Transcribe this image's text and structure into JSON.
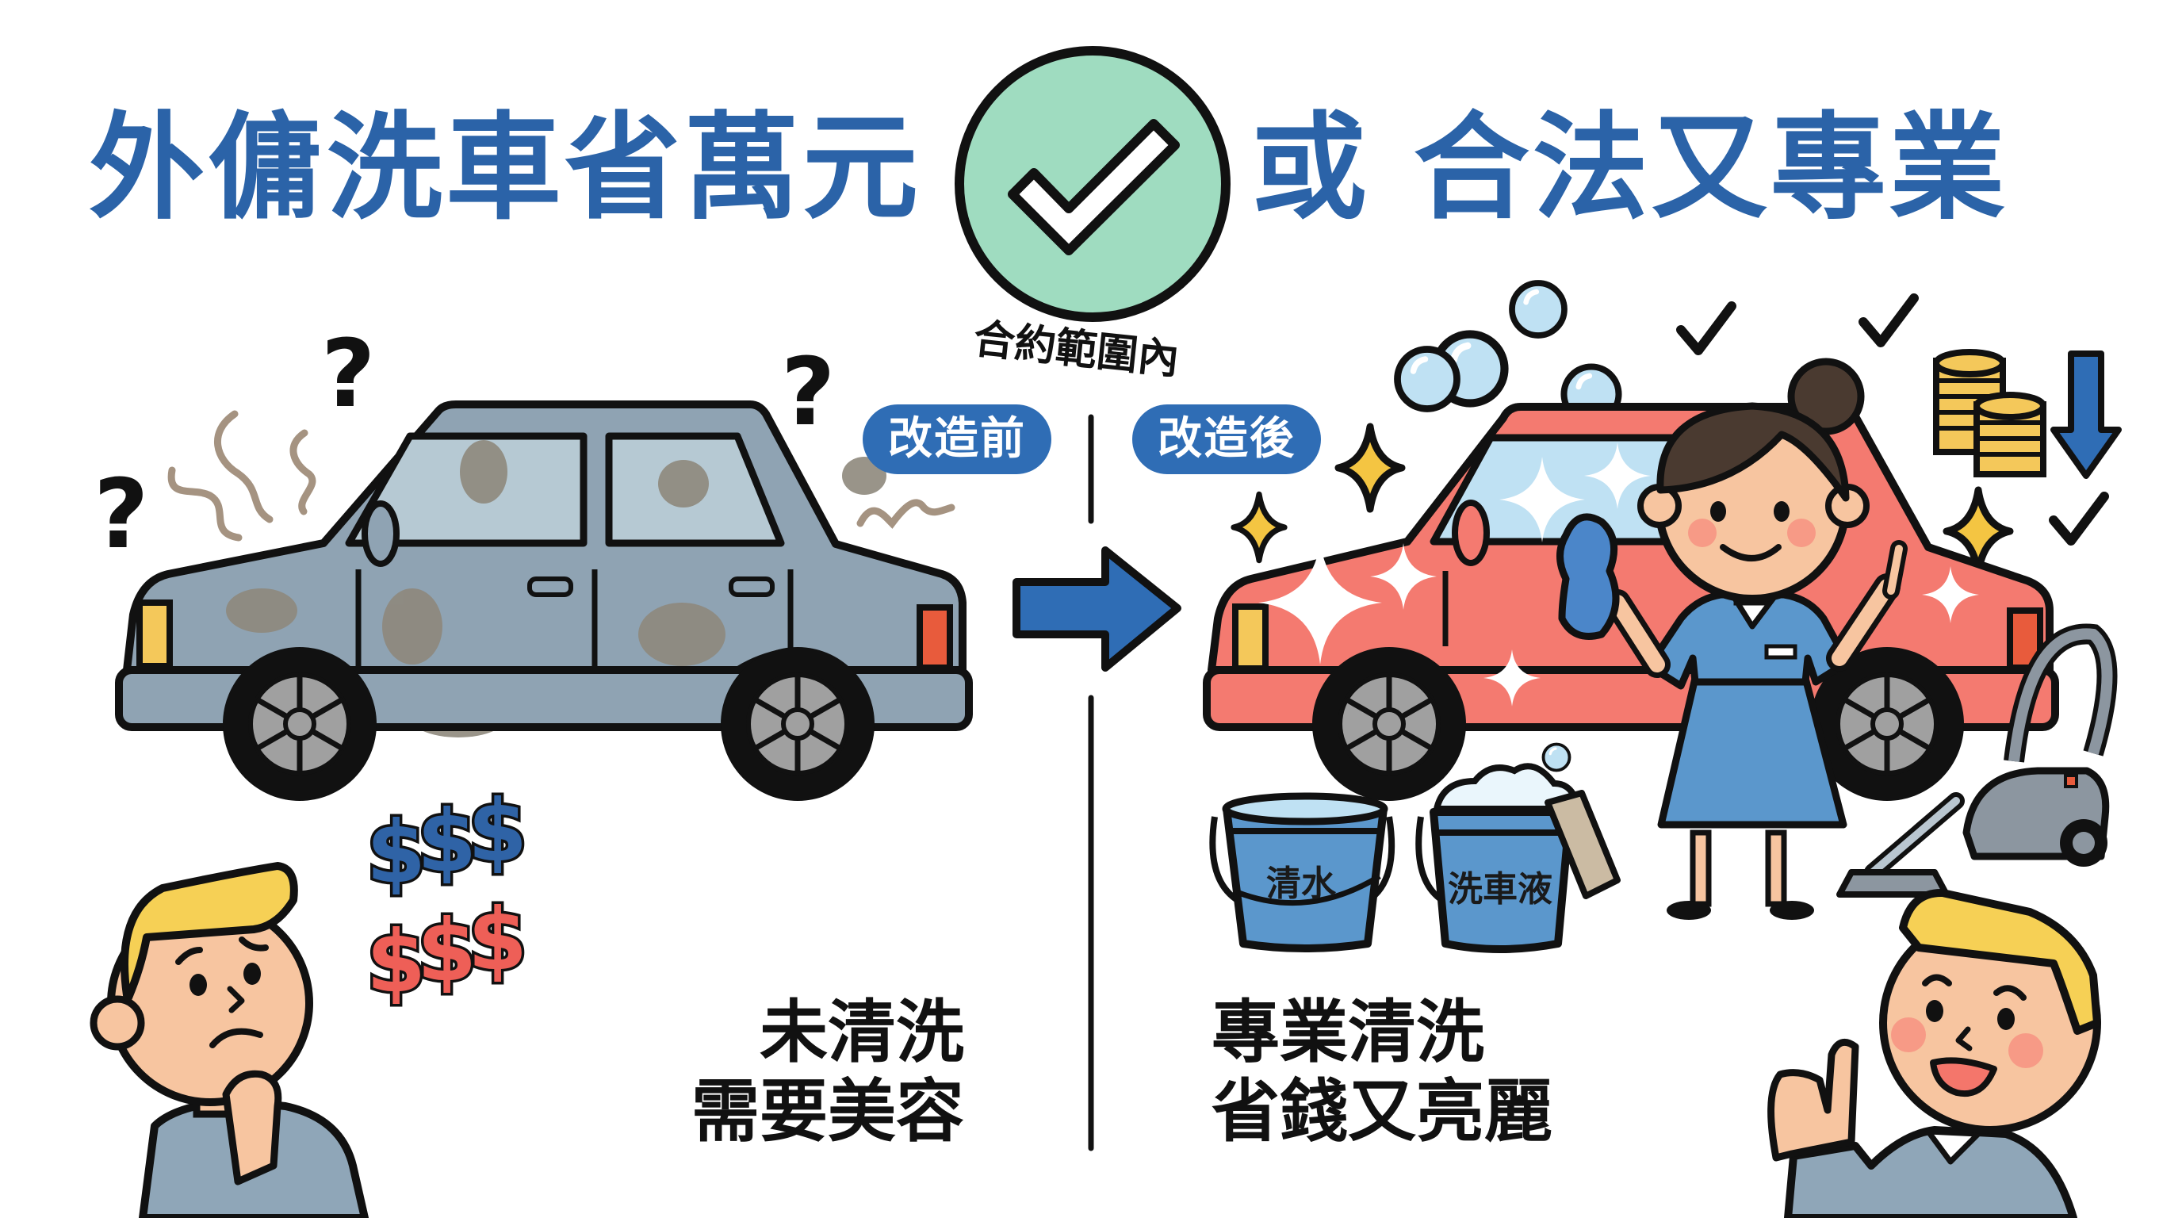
{
  "title": {
    "left": "外傭洗車省萬元",
    "right": "或 合法又專業"
  },
  "badge": {
    "icon": "check-icon",
    "caption": "合約範圍內",
    "fill": "#9fdcc0"
  },
  "before": {
    "pill_label": "改造前",
    "caption_line1": "未清洗",
    "caption_line2": "需要美容",
    "car_color": "#8fa3b3",
    "icons": [
      "question-mark-icon",
      "odor-wave-icon",
      "dollar-sign-icon"
    ]
  },
  "after": {
    "pill_label": "改造後",
    "caption_line1": "專業清洗",
    "caption_line2": "省錢又亮麗",
    "car_color": "#f47a70",
    "bucket_water_label": "清水",
    "bucket_soap_label": "洗車液",
    "icons": [
      "sparkle-icon",
      "bubble-icon",
      "checkmark-icon",
      "coin-stack-icon",
      "down-arrow-icon",
      "vacuum-cleaner-icon"
    ]
  },
  "colors": {
    "title_blue": "#2b63a8",
    "pill_blue": "#2f6db5",
    "arrow_blue": "#2f6db5",
    "dollar_blue": "#2f63a6",
    "dollar_red": "#ee5f57",
    "hair_yellow": "#f6d055",
    "skin": "#f7c5a0",
    "shirt_gray": "#8fa6b8",
    "uniform_blue": "#5b97cc"
  }
}
